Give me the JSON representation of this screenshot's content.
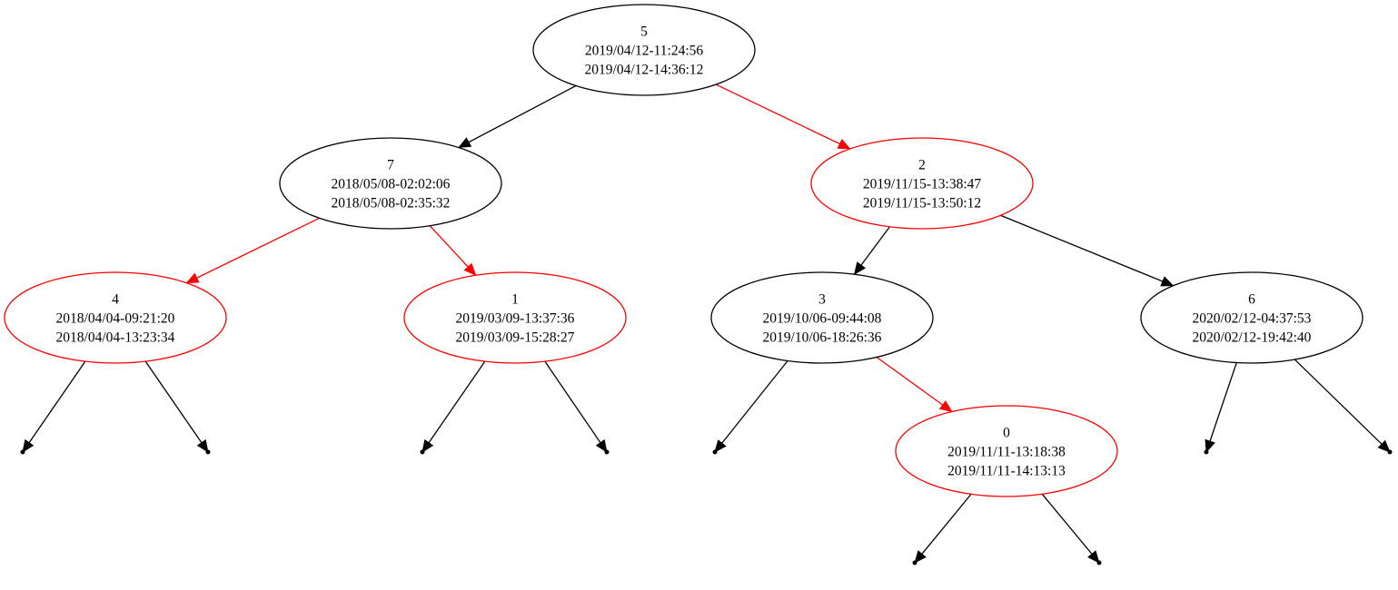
{
  "colors": {
    "black": "#000000",
    "red": "#ff0000",
    "background": "#ffffff"
  },
  "nodes": [
    {
      "id": "n5",
      "key": "5",
      "start": "2019/04/12-11:24:56",
      "end": "2019/04/12-14:36:12",
      "color": "black"
    },
    {
      "id": "n7",
      "key": "7",
      "start": "2018/05/08-02:02:06",
      "end": "2018/05/08-02:35:32",
      "color": "black"
    },
    {
      "id": "n2",
      "key": "2",
      "start": "2019/11/15-13:38:47",
      "end": "2019/11/15-13:50:12",
      "color": "red"
    },
    {
      "id": "n4",
      "key": "4",
      "start": "2018/04/04-09:21:20",
      "end": "2018/04/04-13:23:34",
      "color": "red"
    },
    {
      "id": "n1",
      "key": "1",
      "start": "2019/03/09-13:37:36",
      "end": "2019/03/09-15:28:27",
      "color": "red"
    },
    {
      "id": "n3",
      "key": "3",
      "start": "2019/10/06-09:44:08",
      "end": "2019/10/06-18:26:36",
      "color": "black"
    },
    {
      "id": "n6",
      "key": "6",
      "start": "2020/02/12-04:37:53",
      "end": "2020/02/12-19:42:40",
      "color": "black"
    },
    {
      "id": "n0",
      "key": "0",
      "start": "2019/11/11-13:18:38",
      "end": "2019/11/11-14:13:13",
      "color": "red"
    }
  ],
  "edges": [
    {
      "from": "n5",
      "to": "n7",
      "color": "black"
    },
    {
      "from": "n5",
      "to": "n2",
      "color": "red"
    },
    {
      "from": "n7",
      "to": "n4",
      "color": "red"
    },
    {
      "from": "n7",
      "to": "n1",
      "color": "red"
    },
    {
      "from": "n2",
      "to": "n3",
      "color": "black"
    },
    {
      "from": "n2",
      "to": "n6",
      "color": "black"
    },
    {
      "from": "n3",
      "to": "n0",
      "color": "red"
    },
    {
      "from": "n4",
      "to": "nil4a",
      "color": "black"
    },
    {
      "from": "n4",
      "to": "nil4b",
      "color": "black"
    },
    {
      "from": "n1",
      "to": "nil1a",
      "color": "black"
    },
    {
      "from": "n1",
      "to": "nil1b",
      "color": "black"
    },
    {
      "from": "n3",
      "to": "nil3a",
      "color": "black"
    },
    {
      "from": "n6",
      "to": "nil6a",
      "color": "black"
    },
    {
      "from": "n6",
      "to": "nil6b",
      "color": "black"
    },
    {
      "from": "n0",
      "to": "nil0a",
      "color": "black"
    },
    {
      "from": "n0",
      "to": "nil0b",
      "color": "black"
    }
  ],
  "nil_leaves": [
    "nil4a",
    "nil4b",
    "nil1a",
    "nil1b",
    "nil3a",
    "nil6a",
    "nil6b",
    "nil0a",
    "nil0b"
  ]
}
